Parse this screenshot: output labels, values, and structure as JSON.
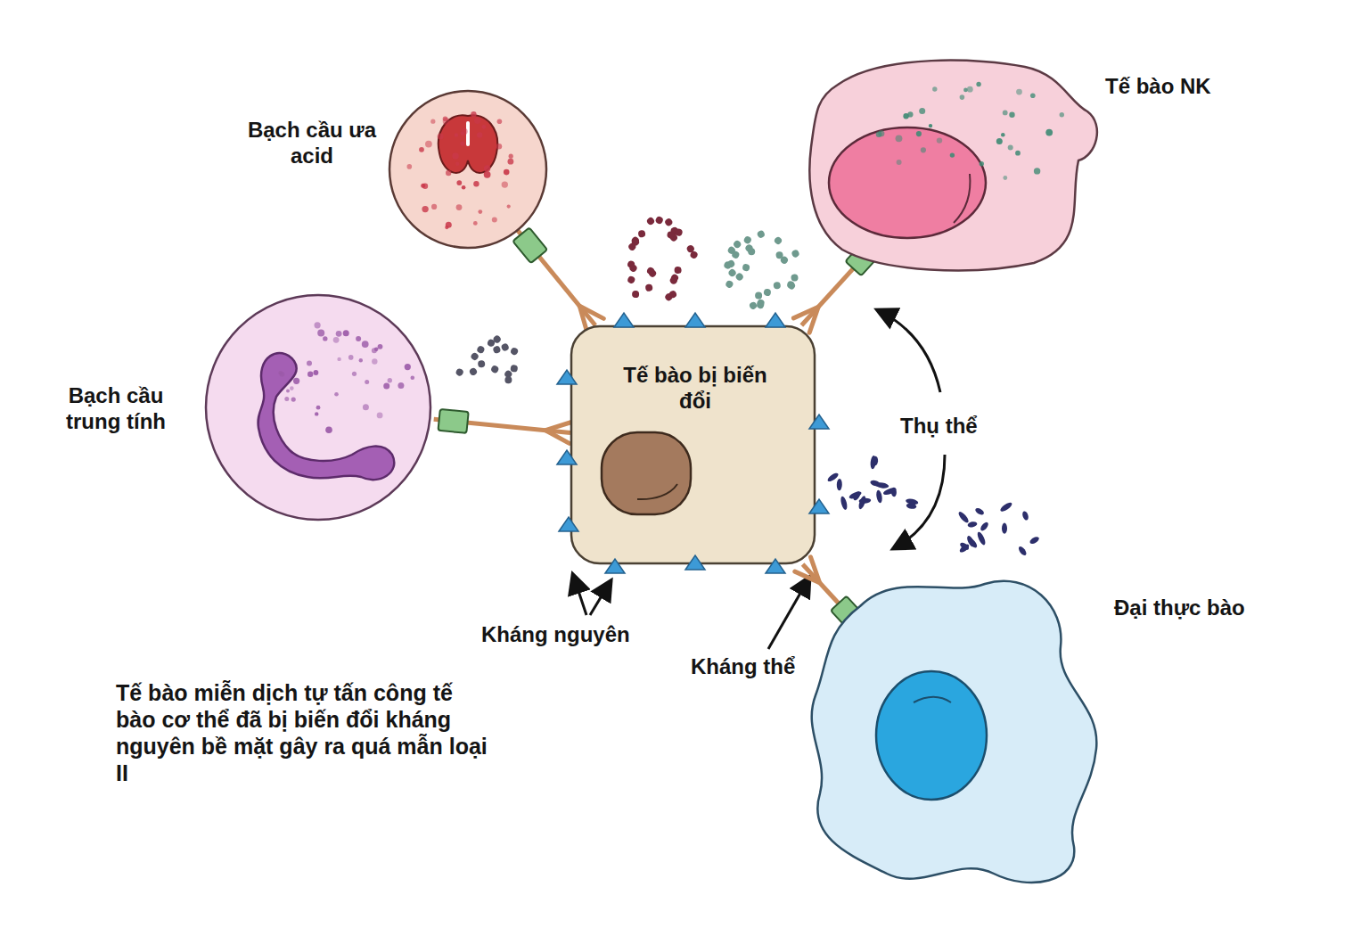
{
  "diagram": {
    "caption": "Tế bào miễn dịch tự tấn công tế bào cơ thể đã bị biến đổi kháng nguyên bề mặt gây ra quá mẫn loại II",
    "nodes": [
      {
        "text": [
          "Bạch cầu ưa acid"
        ]
      },
      {
        "text": [
          "Tế bào NK"
        ]
      },
      {
        "text": [
          "Bạch cầu trung tính"
        ]
      },
      {
        "text": [
          "Tế bào bị biến đổi"
        ]
      },
      {
        "text": [
          "Đại thực bào"
        ]
      }
    ],
    "edges": [
      {
        "from": 0,
        "to": 3,
        "arrow": "none"
      },
      {
        "from": 1,
        "to": 3,
        "arrow": "none"
      },
      {
        "from": 2,
        "to": 3,
        "arrow": "none"
      },
      {
        "from": 4,
        "to": 3,
        "arrow": "none"
      }
    ],
    "labels": [
      "Thụ thể",
      "Kháng nguyên",
      "Kháng thể"
    ]
  }
}
